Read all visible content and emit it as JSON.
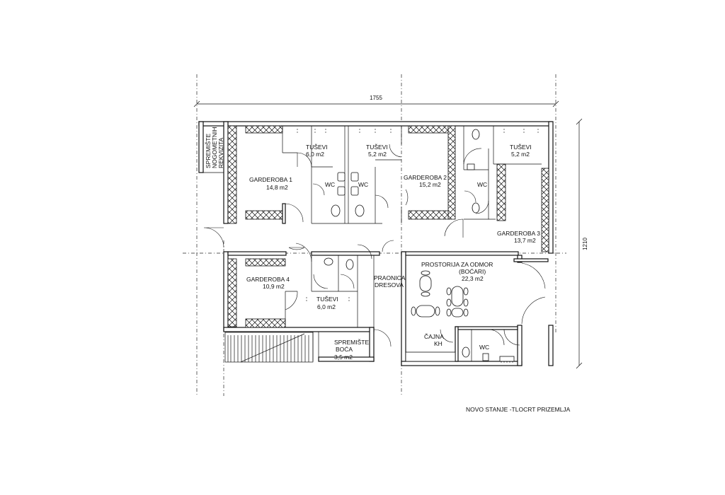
{
  "dimensions": {
    "width": "1755",
    "height": "1210"
  },
  "rooms": {
    "spremiste_nog": {
      "line1": "SPREMIŠTE",
      "line2": "NOGOMETNIH",
      "line3": "REKVIZITA"
    },
    "garderoba1": {
      "name": "GARDEROBA 1",
      "area": "14,8 m2"
    },
    "tusevi1": {
      "name": "TUŠEVI",
      "area": "6,0 m2"
    },
    "tusevi2": {
      "name": "TUŠEVI",
      "area": "5,2 m2"
    },
    "wc1": {
      "name": "WC"
    },
    "wc2": {
      "name": "WC"
    },
    "garderoba2": {
      "name": "GARDEROBA 2",
      "area": "15,2 m2"
    },
    "wc3": {
      "name": "WC"
    },
    "tusevi3": {
      "name": "TUŠEVI",
      "area": "5,2 m2"
    },
    "garderoba3": {
      "name": "GARDEROBA 3",
      "area": "13,7 m2"
    },
    "garderoba4": {
      "name": "GARDEROBA 4",
      "area": "10,9 m2"
    },
    "tusevi4": {
      "name": "TUŠEVI",
      "area": "6,0 m2"
    },
    "praonica": {
      "line1": "PRAONICA",
      "line2": "DRESOVA"
    },
    "spremiste_boca": {
      "line1": "SPREMIŠTE",
      "line2": "BOĆA",
      "area": "3,5 m2"
    },
    "prostorija": {
      "line1": "PROSTORIJA ZA ODMOR",
      "line2": "(BOĆARI)",
      "area": "22,3 m2"
    },
    "cajna": {
      "line1": "ČAJNA",
      "line2": "KH"
    },
    "wc4": {
      "name": "WC"
    }
  },
  "caption": "NOVO STANJE -TLOCRT PRIZEMLJA"
}
